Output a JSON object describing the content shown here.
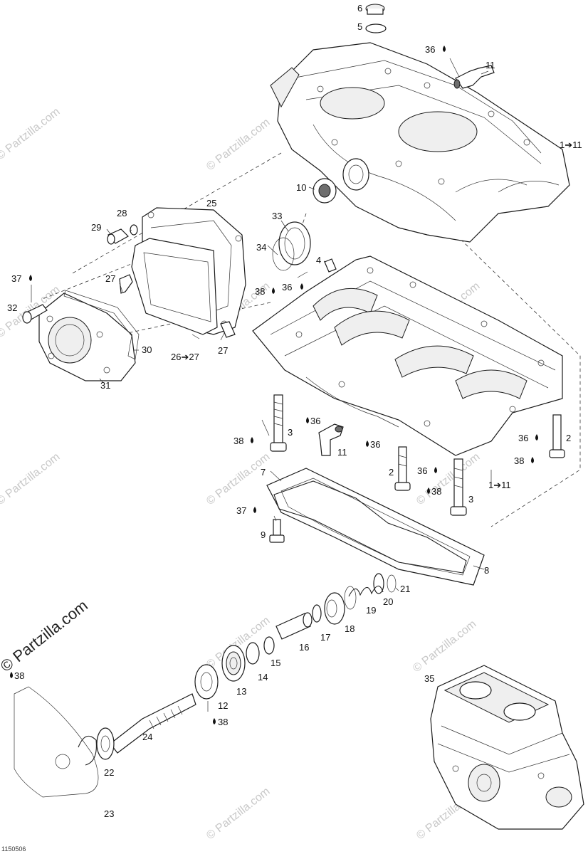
{
  "callouts": [
    {
      "id": "c6",
      "text": "6"
    },
    {
      "id": "c5",
      "text": "5"
    },
    {
      "id": "c36a",
      "text": "36"
    },
    {
      "id": "c11a",
      "text": "11"
    },
    {
      "id": "c1a",
      "text": "1➔11"
    },
    {
      "id": "c10",
      "text": "10"
    },
    {
      "id": "c25",
      "text": "25"
    },
    {
      "id": "c28",
      "text": "28"
    },
    {
      "id": "c29",
      "text": "29"
    },
    {
      "id": "c33",
      "text": "33"
    },
    {
      "id": "c34",
      "text": "34"
    },
    {
      "id": "c4",
      "text": "4"
    },
    {
      "id": "c37a",
      "text": "37"
    },
    {
      "id": "c27a",
      "text": "27"
    },
    {
      "id": "c38a",
      "text": "38"
    },
    {
      "id": "c36b",
      "text": "36"
    },
    {
      "id": "c32",
      "text": "32"
    },
    {
      "id": "c30",
      "text": "30"
    },
    {
      "id": "c2627",
      "text": "26➔27"
    },
    {
      "id": "c27b",
      "text": "27"
    },
    {
      "id": "c31",
      "text": "31"
    },
    {
      "id": "c36c",
      "text": "36"
    },
    {
      "id": "c3a",
      "text": "3"
    },
    {
      "id": "c38b",
      "text": "38"
    },
    {
      "id": "c36d",
      "text": "36"
    },
    {
      "id": "c11b",
      "text": "11"
    },
    {
      "id": "c36e",
      "text": "36"
    },
    {
      "id": "c2a",
      "text": "2"
    },
    {
      "id": "c38c",
      "text": "38"
    },
    {
      "id": "c2b",
      "text": "2"
    },
    {
      "id": "c7",
      "text": "7"
    },
    {
      "id": "c36f",
      "text": "36"
    },
    {
      "id": "c38d",
      "text": "38"
    },
    {
      "id": "c1b",
      "text": "1➔11"
    },
    {
      "id": "c3b",
      "text": "3"
    },
    {
      "id": "c37b",
      "text": "37"
    },
    {
      "id": "c9",
      "text": "9"
    },
    {
      "id": "c8",
      "text": "8"
    },
    {
      "id": "c21",
      "text": "21"
    },
    {
      "id": "c20",
      "text": "20"
    },
    {
      "id": "c19",
      "text": "19"
    },
    {
      "id": "c18",
      "text": "18"
    },
    {
      "id": "c17",
      "text": "17"
    },
    {
      "id": "c16",
      "text": "16"
    },
    {
      "id": "c15",
      "text": "15"
    },
    {
      "id": "c14",
      "text": "14"
    },
    {
      "id": "c13",
      "text": "13"
    },
    {
      "id": "c12",
      "text": "12"
    },
    {
      "id": "c38e",
      "text": "38"
    },
    {
      "id": "c38f",
      "text": "38"
    },
    {
      "id": "c24",
      "text": "24"
    },
    {
      "id": "c22",
      "text": "22"
    },
    {
      "id": "c23",
      "text": "23"
    },
    {
      "id": "c35",
      "text": "35"
    }
  ],
  "watermark": {
    "text": "© Partzilla.com"
  },
  "figure_id": "1150506",
  "colors": {
    "line": "#1a1a1a",
    "watermark": "#c8c8c8"
  }
}
